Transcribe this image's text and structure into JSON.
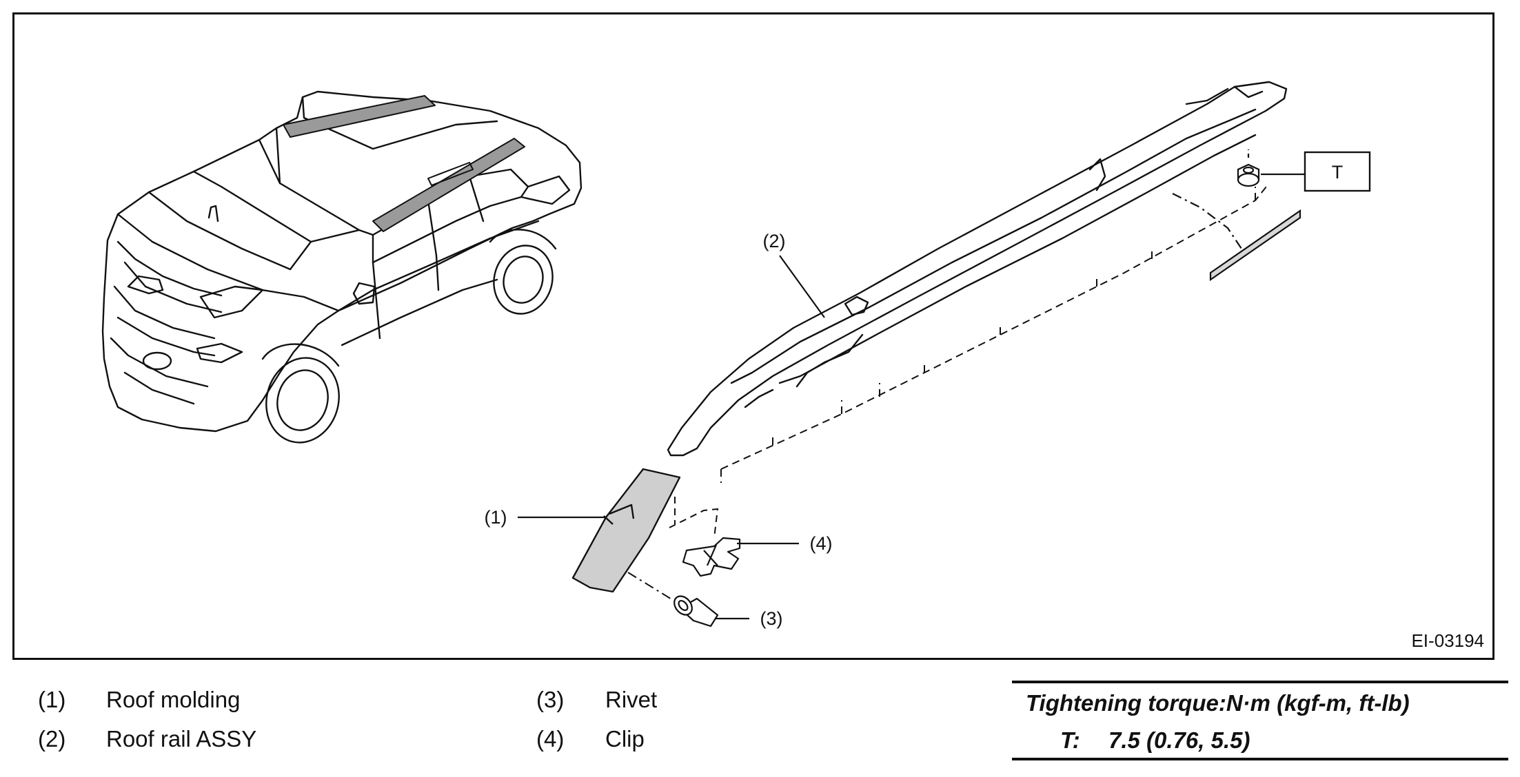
{
  "figure": {
    "id": "EI-03194",
    "callouts": {
      "roof_molding": "(1)",
      "roof_rail_assy": "(2)",
      "rivet": "(3)",
      "clip": "(4)",
      "torque_mark": "T"
    }
  },
  "legend": [
    {
      "num": "(1)",
      "name": "Roof molding"
    },
    {
      "num": "(2)",
      "name": "Roof rail ASSY"
    },
    {
      "num": "(3)",
      "name": "Rivet"
    },
    {
      "num": "(4)",
      "name": "Clip"
    }
  ],
  "torque": {
    "title": "Tightening torque:N·m (kgf-m, ft-lb)",
    "key": "T:",
    "value": "7.5 (0.76, 5.5)"
  },
  "colors": {
    "line": "#111111",
    "highlight": "#9a9a9a",
    "background": "#ffffff"
  }
}
